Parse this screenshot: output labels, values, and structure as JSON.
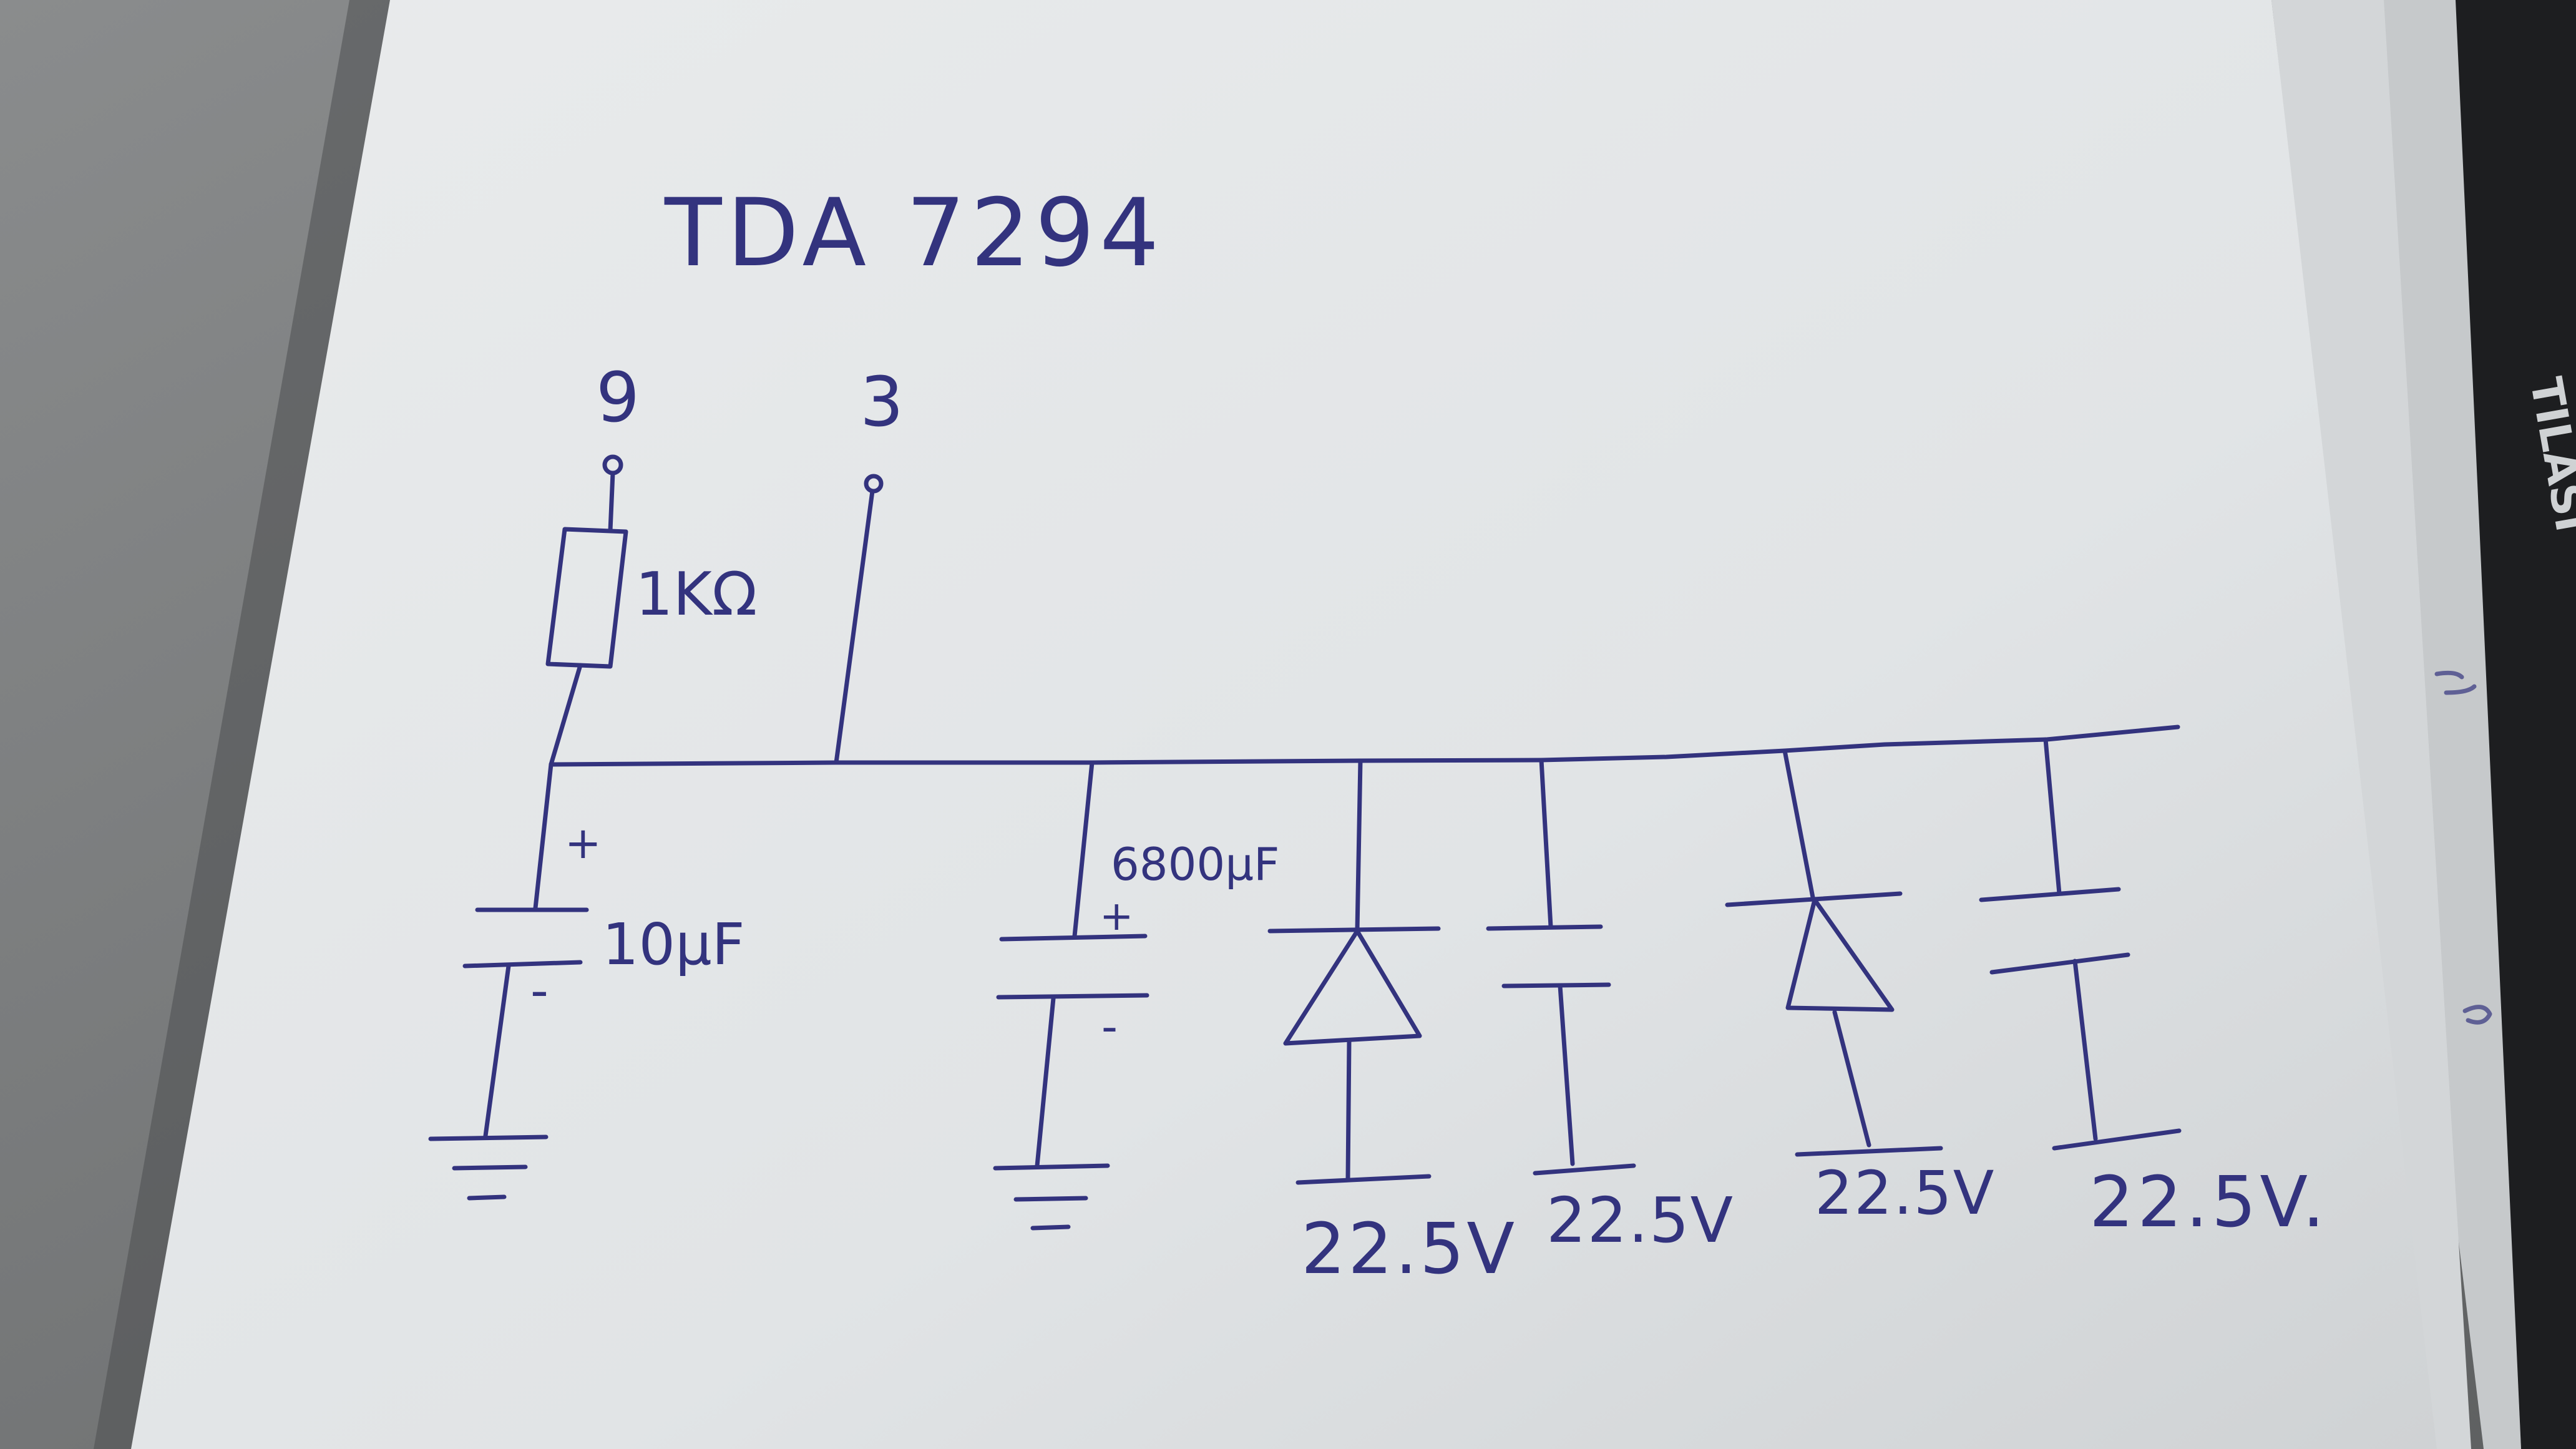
{
  "diagram": {
    "title": "TDA 7294",
    "pin_labels": {
      "left": "9",
      "right": "3"
    },
    "resistor": {
      "label": "1KΩ"
    },
    "cap_small": {
      "label": "10μF",
      "plus": "+",
      "minus": "-"
    },
    "cap_big": {
      "label": "6800μF",
      "plus": "+",
      "minus": "-"
    },
    "voltages": [
      "22.5V",
      "22.5V",
      "22.5V",
      "22.5V."
    ],
    "edge_label": "TILASI"
  },
  "colors": {
    "ink": "#33337e",
    "paper": "#e3e6e8",
    "desk": "#77797a",
    "edge_object": "#1d1e20"
  }
}
